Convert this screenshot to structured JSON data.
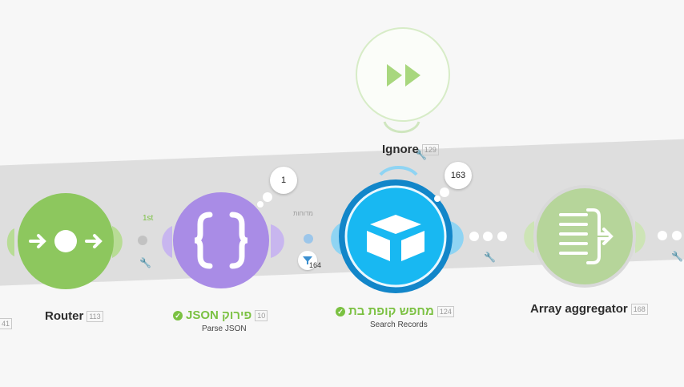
{
  "modules": {
    "ignore": {
      "label": "Ignore",
      "index": "129",
      "icon": "fast-forward-icon"
    },
    "router": {
      "label": "Router",
      "index": "113",
      "icon": "router-icon"
    },
    "parse_json": {
      "label": "JSON פירוק",
      "index": "10",
      "sublabel": "Parse JSON",
      "icon": "braces-icon"
    },
    "search_records": {
      "label": "מחפש קופת בת",
      "index": "124",
      "sublabel": "Search Records",
      "icon": "airtable-icon"
    },
    "array_aggregator": {
      "label": "Array aggregator",
      "index": "168",
      "icon": "aggregator-icon"
    },
    "left_partial": {
      "index": "41"
    }
  },
  "route_label": "1st",
  "filter_label": "מדוחות",
  "filter_index": "164",
  "bubbles": {
    "json_count": "1",
    "search_count": "163"
  },
  "colors": {
    "router": "#8dc75e",
    "json": "#a98ce6",
    "airtable": "#18b8f2",
    "aggregator": "#b6d59a",
    "ignore": "#d7ecc7",
    "success": "#7bc142"
  }
}
